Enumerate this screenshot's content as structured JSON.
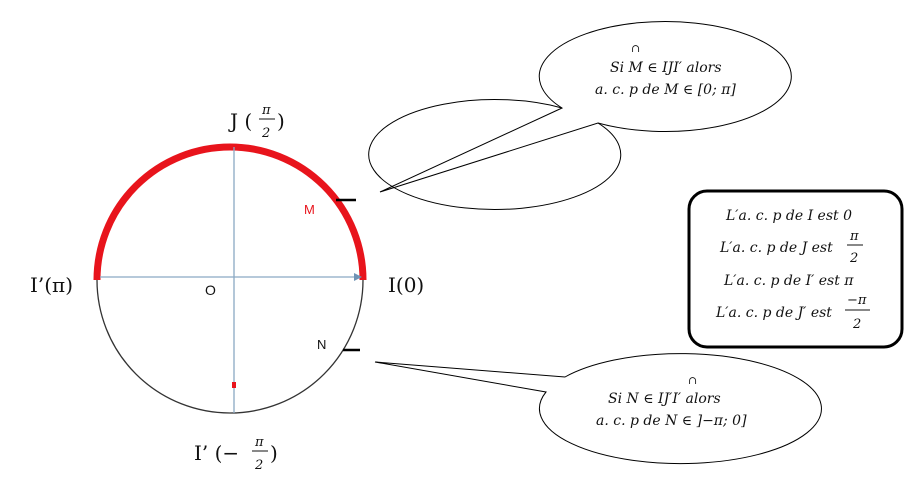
{
  "colors": {
    "arc": "#e8141c",
    "axis": "#8aa9c4",
    "stroke": "#000000"
  },
  "circle": {
    "label_J": "J (",
    "label_J_num": "π",
    "label_J_den": "2",
    "label_J_close": ")",
    "label_I": "I(0)",
    "label_Iprime": "I’(π)",
    "label_O": "O",
    "label_M": "M",
    "label_N": "N",
    "label_Jprime": "I’ (−",
    "label_Jprime_num": "π",
    "label_Jprime_den": "2",
    "label_Jprime_close": ")"
  },
  "bubble_top": {
    "arc_mark": "∩",
    "line1": "Si  M ∈ IJI′ alors",
    "line2": "a. c. p de M  ∈  [0; π]"
  },
  "bubble_bottom": {
    "arc_mark": "∩",
    "line1": "Si  N ∈ IJ′I′ alors",
    "line2": "a. c. p de N  ∈  ]−π; 0]"
  },
  "info_box": {
    "line1": "L′a. c. p de I est 0",
    "line2": "L′a. c. p de J est",
    "line2_num": "π",
    "line2_den": "2",
    "line3": "L′a. c. p de I′ est π",
    "line4": "L′a. c. p de J′ est",
    "line4_num": "−π",
    "line4_den": "2"
  }
}
